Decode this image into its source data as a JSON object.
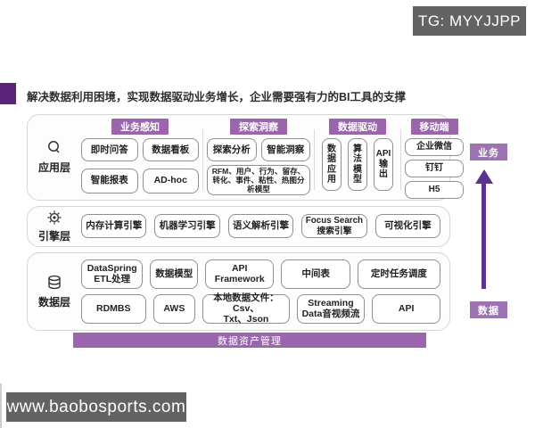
{
  "badges": {
    "top_right": "TG: MYYJJPP",
    "bottom_left": "www.baobosports.com"
  },
  "title": {
    "text": "解决数据利用困境，实现数据驱动业务增长，企业需要强有力的BI工具的支撑"
  },
  "colors": {
    "accent_purple": "#9a65ad",
    "dark_purple_square": "#5a2478",
    "arrow_purple": "#5d3192",
    "badge_gray": "#636363"
  },
  "app_layer": {
    "label": "应用层",
    "groups": {
      "business": {
        "header": "业务感知",
        "items": [
          "即时问答",
          "数据看板",
          "智能报表",
          "AD-hoc"
        ]
      },
      "explore": {
        "header": "探索洞察",
        "items": [
          "探索分析",
          "智能洞察"
        ],
        "note": "RFM、用户、行为、留存、转化、事件、粘性、热图分析模型"
      },
      "drive": {
        "header": "数据驱动",
        "items": [
          "数据应用",
          "算法模型",
          "API输出"
        ]
      },
      "mobile": {
        "header": "移动端",
        "items": [
          "企业微信",
          "钉钉",
          "H5"
        ]
      }
    }
  },
  "engine_layer": {
    "label": "引擎层",
    "items": [
      "内存计算引擎",
      "机器学习引擎",
      "语义解析引擎",
      "Focus Search\n搜索引擎",
      "可视化引擎"
    ]
  },
  "data_layer": {
    "label": "数据层",
    "row1": [
      "DataSpring\nETL处理",
      "数据模型",
      "API Framework",
      "中间表",
      "定时任务调度"
    ],
    "row2": [
      "RDMBS",
      "AWS",
      "本地数据文件：Csv、\nTxt、Json",
      "Streaming\nData音视频流",
      "API"
    ]
  },
  "footer_bar": {
    "label": "数据资产管理"
  },
  "side": {
    "top": "业务",
    "bottom": "数据"
  }
}
